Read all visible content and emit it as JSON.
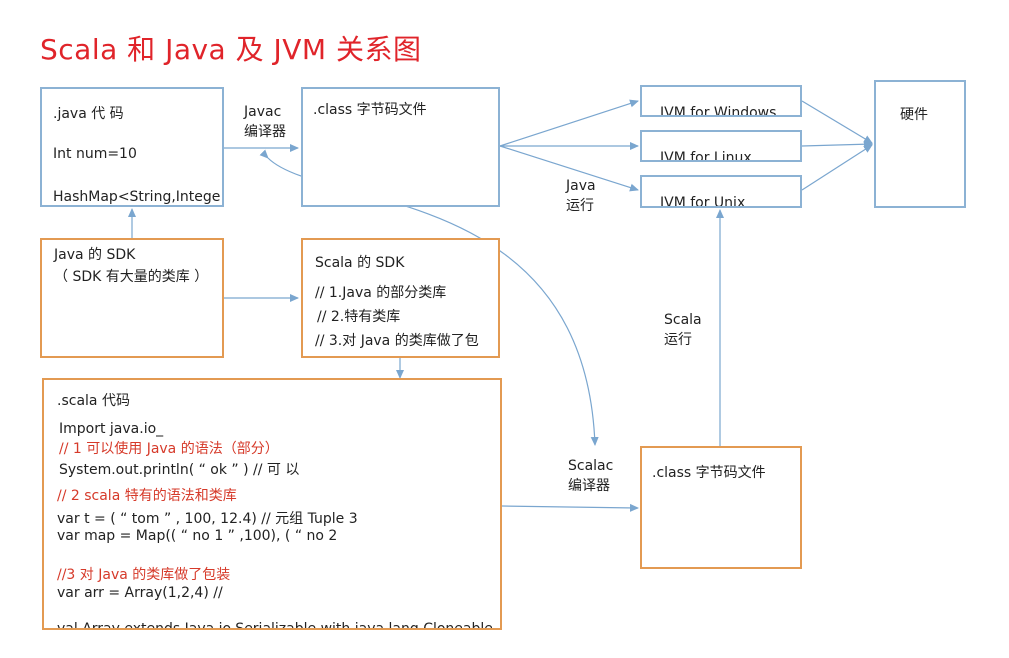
{
  "title": "Scala 和 Java 及 JVM 关系图",
  "java_code": {
    "lines": [
      ".java  代 码",
      "Int num=10",
      "HashMap<String,Intege"
    ]
  },
  "class_file_top": ".class 字节码文件",
  "jvm": [
    "JVM for Windows",
    "JVM for Linux",
    "JVM for Unix"
  ],
  "hardware": "硬件",
  "java_sdk": {
    "lines": [
      "Java 的 SDK",
      "（ SDK 有大量的类库 ）"
    ]
  },
  "scala_sdk": {
    "lines": [
      "Scala 的 SDK",
      "// 1.Java 的部分类库",
      "// 2.特有类库",
      "// 3.对 Java 的类库做了包"
    ]
  },
  "scala_code": {
    "lines": [
      ".scala 代码",
      "Import java.io_",
      "// 1  可以使用 Java 的语法（部分）",
      "System.out.println( “ ok ” ) //  可  以",
      "// 2 scala 特有的语法和类库",
      "var t = ( “ tom ” , 100, 12.4) //  元组  Tuple 3",
      "var map  =  Map((  “  no 1  ” ,100),  (  “  no 2",
      "//3  对 Java 的类库做了包装",
      "var arr = Array(1,2,4) //",
      "val  Array extends Java.io.Serializable with java.lang.Cloneable"
    ]
  },
  "class_file_bottom": ".class 字节码文件",
  "labels": {
    "javac_1": "Javac",
    "javac_2": "编译器",
    "java_run_1": "Java",
    "java_run_2": "运行",
    "scala_run_1": "Scala",
    "scala_run_2": "运行",
    "scalac_1": "Scalac",
    "scalac_2": "编译器"
  },
  "colors": {
    "title": "#e0242a",
    "blue_border": "#8cb2d4",
    "orange_border": "#e39a52",
    "arrow": "#7aa6cf",
    "comment_red": "#d63a2a"
  }
}
